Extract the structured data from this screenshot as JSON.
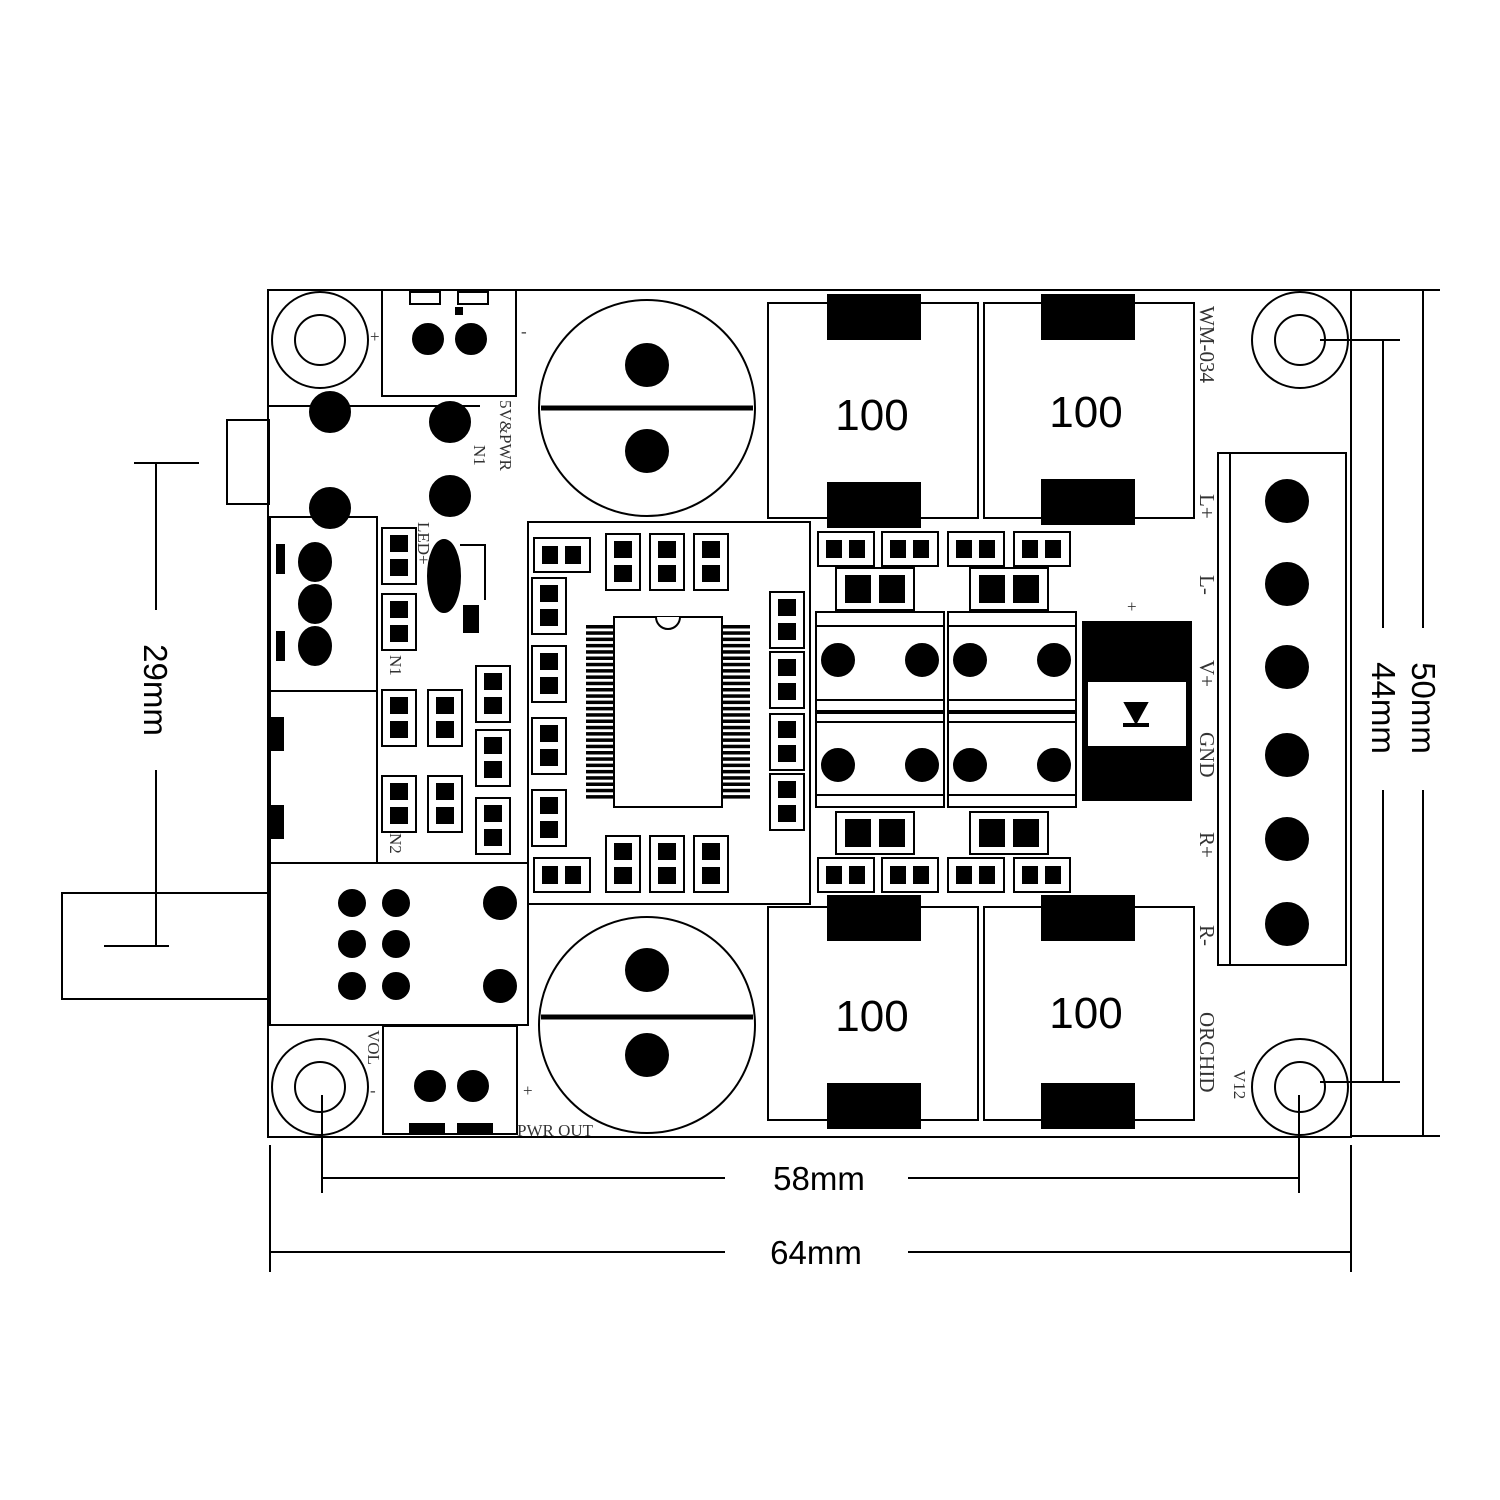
{
  "dimensions": {
    "width_outer": "64mm",
    "width_holes": "58mm",
    "height_outer": "50mm",
    "height_holes": "44mm",
    "jack_offset": "29mm"
  },
  "board": {
    "model": "WM-034",
    "brand": "ORCHID",
    "version": "V12",
    "labels": {
      "power_in": "5V&PWR",
      "n1_top": "N1",
      "n1_side": "N1",
      "n2": "N2",
      "led": "LED+",
      "vol": "VOL",
      "pwr_out": "PWR OUT",
      "plus_tl": "+",
      "minus_tl": "-",
      "plus_bl": "+",
      "minus_bl": "-",
      "diode_plus": "+"
    },
    "terminal_labels": [
      "L+",
      "L-",
      "V+",
      "GND",
      "R+",
      "R-"
    ],
    "inductors": [
      "100",
      "100",
      "100",
      "100"
    ]
  }
}
